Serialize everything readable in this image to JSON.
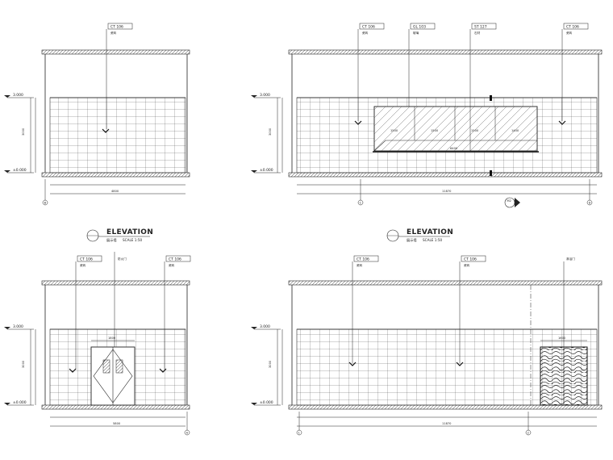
{
  "sheet": {
    "elevation_title": "ELEVATION",
    "scale_text": "SCALE 1:50",
    "ref_a_sub": "展示墙",
    "ref_b_sub": "展示墙"
  },
  "levels": {
    "top": "3.000",
    "bottom": "±0.000"
  },
  "tags": {
    "ct106_code": "CT 106",
    "ct106_name": "瓷砖",
    "gl103_code": "GL 103",
    "gl103_name": "玻璃",
    "st127_code": "ST 127",
    "st127_name": "石材",
    "door_label": "防火门",
    "shower_label": "淋浴门"
  },
  "dims": {
    "e1_total": "4800",
    "e2_total": "11870",
    "e3_total": "5800",
    "e4_total": "11870",
    "e3_door": "1800",
    "e4_door": "1600",
    "height": "3000"
  },
  "grid_marks": {
    "e1_left": "B",
    "e2_left": "C",
    "e2_right": "D",
    "e3_right": "A",
    "e4_left": "1",
    "e4_right": "2"
  },
  "mirror_values": [
    "1500",
    "1500",
    "1500",
    "1400"
  ],
  "mirror_total": "6400",
  "section_mark": "M2"
}
